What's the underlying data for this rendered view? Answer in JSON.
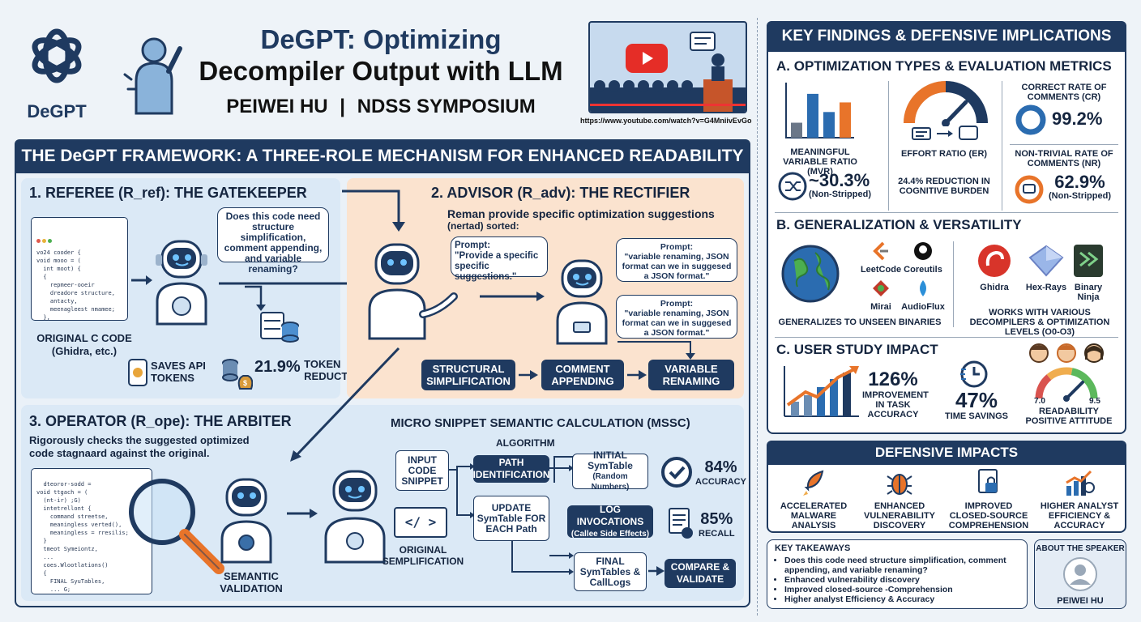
{
  "header": {
    "logo_label": "DeGPT",
    "title_line1": "DeGPT: Optimizing",
    "title_line2": "Decompiler Output with LLM",
    "author": "PEIWEI HU",
    "separator": "|",
    "venue": "NDSS SYMPOSIUM",
    "video_url": "https://www.youtube.com/watch?v=G4MniivEvGo"
  },
  "framework": {
    "title": "THE DeGPT FRAMEWORK: A THREE-ROLE MECHANISM FOR ENHANCED READABILITY",
    "referee": {
      "title": "1. REFEREE (R_ref): THE GATEKEEPER",
      "question": "Does this code need structure simplification, comment appending, and variable renaming?",
      "code_label_1": "ORIGINAL C CODE",
      "code_label_2": "(Ghidra, etc.)",
      "saves_label": "SAVES API TOKENS",
      "token_value": "21.9%",
      "token_label": "TOKEN REDUCTION",
      "code_lines": "vo24 cooder {\nvoid mooo = (\n  int moot) {\n  {\n    repmeer-ooeir\n    dreadore structure,\n    antacty,\n    meenagleest nmamee;\n  },\n  }\n  deaucopdert structures (\n    meangiess =amee;\n  }\n}"
    },
    "advisor": {
      "title": "2. ADVISOR (R_adv): THE RECTIFIER",
      "subtitle": "Reman provide specific optimization suggestions",
      "subtitle2": "(nertad) sorted:",
      "prompt1": "Prompt:\n\"Provide a specific specific suggestions.\"",
      "prompt2": "Prompt:\n\"variable renaming, JSON format can we in suggesed a JSON format.\"",
      "prompt3": "Prompt:\n\"variable renaming, JSON format can we in suggesed a JSON format.\"",
      "step1": "STRUCTURAL SIMPLIFICATION",
      "step2": "COMMENT APPENDING",
      "step3": "VARIABLE RENAMING"
    },
    "operator": {
      "title": "3. OPERATOR (R_ope): THE ARBITER",
      "desc": "Rigorously checks the suggested optimized code stagnaard against the original.",
      "semantic_label": "SEMANTIC VALIDATION",
      "orig_label": "ORIGINAL SEMPLIFICATION",
      "code_lines": "dteoror-sodd =\nvoid ttgach = (\n  (nt-ir) ;G)\n  intetrellont {\n    command streetse,\n    meaningless verted(),\n    meaningless = rresilis;\n  }\n  tmeot Symeiontz,\n  ...\n  coes.Wlootlations()\n  {\n    FINAL SyuTables,\n    ... G;\n    return Path;\n  }\n}"
    },
    "mssc": {
      "title": "MICRO SNIPPET SEMANTIC CALCULATION (MSSC)",
      "algorithm": "ALGORITHM",
      "input": "INPUT CODE SNIPPET",
      "path": "PATH IDENTIFICATION",
      "update": "UPDATE SymTable FOR EACH Path",
      "initial": "INITIAL SymTable",
      "initial_sub": "(Random Numbers)",
      "log": "LOG INVOCATIONS",
      "log_sub": "(Callee Side Effects)",
      "final": "FINAL SymTables & CallLogs",
      "compare": "COMPARE & VALIDATE",
      "accuracy_value": "84%",
      "accuracy_label": "ACCURACY",
      "recall_value": "85%",
      "recall_label": "RECALL",
      "code_glyph": "</ >"
    }
  },
  "findings": {
    "title": "KEY FINDINGS & DEFENSIVE IMPLICATIONS",
    "sectionA": "A. OPTIMIZATION TYPES & EVALUATION METRICS",
    "mvr_label": "MEANINGFUL VARIABLE RATIO (MVR)",
    "mvr_value": "~30.3%",
    "mvr_sub": "(Non-Stripped)",
    "er_label": "EFFORT RATIO (ER)",
    "er_desc": "24.4% REDUCTION IN COGNITIVE BURDEN",
    "cr_label": "CORRECT RATE OF COMMENTS (CR)",
    "cr_value": "99.2%",
    "nr_label": "NON-TRIVIAL RATE OF COMMENTS (NR)",
    "nr_value": "62.9%",
    "nr_sub": "(Non-Stripped)",
    "sectionB": "B. GENERALIZATION & VERSATILITY",
    "gen_label": "GENERALIZES TO UNSEEN BINARIES",
    "ds1": "LeetCode",
    "ds2": "Coreutils",
    "ds3": "Mirai",
    "ds4": "AudioFlux",
    "dc1": "Ghidra",
    "dc2": "Hex-Rays",
    "dc3": "Binary Ninja",
    "dc_label": "WORKS WITH VARIOUS DECOMPILERS & OPTIMIZATION LEVELS (O0-O3)",
    "sectionC": "C. USER STUDY IMPACT",
    "imp_value": "126%",
    "imp_label": "IMPROVEMENT IN TASK ACCURACY",
    "time_value": "47%",
    "time_label": "TIME SAVINGS",
    "read_min": "7.0",
    "read_max": "9.5",
    "read_label": "READABILITY POSITIVE ATTITUDE",
    "chart_bars": [
      0.28,
      0.82,
      0.48,
      0.66
    ],
    "colors": {
      "navy": "#1f3a60",
      "blue": "#2b6cb0",
      "orange": "#e8742a",
      "gray": "#6b7788"
    }
  },
  "defensive": {
    "title": "DEFENSIVE IMPACTS",
    "i1": "ACCELERATED MALWARE ANALYSIS",
    "i2": "ENHANCED VULNERABILITY DISCOVERY",
    "i3": "IMPROVED CLOSED-SOURCE COMPREHENSION",
    "i4": "HIGHER ANALYST EFFICIENCY & ACCURACY"
  },
  "takeaways": {
    "title": "KEY TAKEAWAYS",
    "items": [
      "Does this code need structure simplification, comment appending, and variable renaming?",
      "Enhanced vulnerability discovery",
      "Improved closed-source -Comprehension",
      "Higher analyst Efficiency & Accuracy"
    ]
  },
  "speaker": {
    "title": "ABOUT THE SPEAKER",
    "name": "PEIWEI HU"
  }
}
